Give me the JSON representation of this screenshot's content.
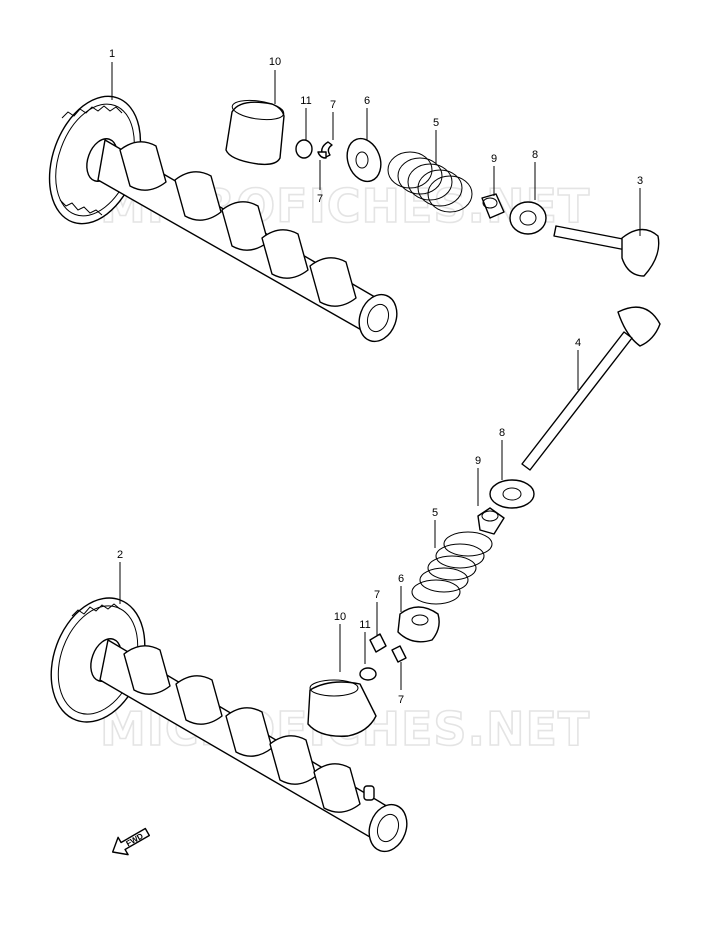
{
  "watermarks": [
    "MICROFICHES.NET",
    "MICROFICHES.NET"
  ],
  "fwd_label": "FWD",
  "labels": {
    "cam_top": "1",
    "cam_bottom": "2",
    "valve_top": "3",
    "valve_bottom": "4",
    "spring_top": "5",
    "spring_bottom": "5",
    "retainer_top": "6",
    "retainer_bottom": "6",
    "cotter_top_a": "7",
    "cotter_top_b": "7",
    "cotter_bottom_a": "7",
    "cotter_bottom_b": "7",
    "seat_top": "8",
    "seat_bottom": "8",
    "seal_top": "9",
    "seal_bottom": "9",
    "tappet_top": "10",
    "tappet_bottom": "10",
    "shim_top": "11",
    "shim_bottom": "11"
  }
}
